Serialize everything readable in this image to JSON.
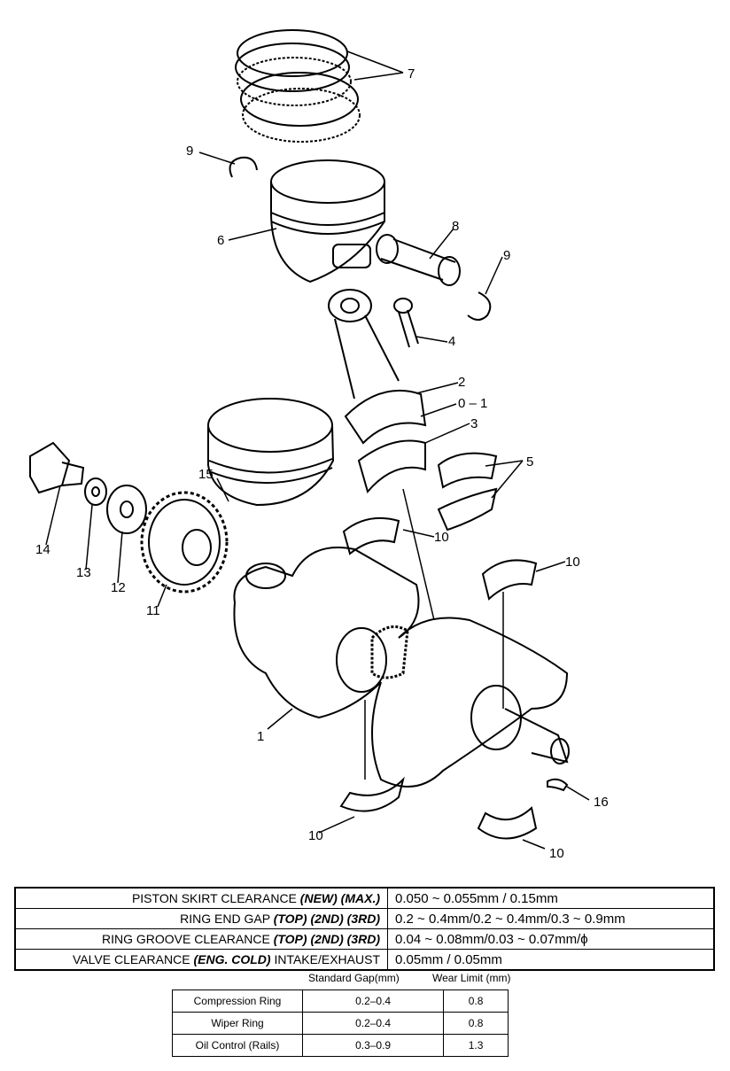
{
  "callouts": {
    "c1": "1",
    "c2": "2",
    "c3": "3",
    "c4": "4",
    "c5": "5",
    "c6": "6",
    "c7": "7",
    "c8": "8",
    "c9a": "9",
    "c9b": "9",
    "c01": "0 – 1",
    "c10a": "10",
    "c10b": "10",
    "c10c": "10",
    "c10d": "10",
    "c11": "11",
    "c12": "12",
    "c13": "13",
    "c14": "14",
    "c15": "15",
    "c16": "16"
  },
  "spec_table": {
    "rows": [
      {
        "label_pre": "PISTON SKIRT CLEARANCE ",
        "label_em": "(NEW) (MAX.)",
        "label_post": "",
        "value": "0.050 ~ 0.055mm   /   0.15mm"
      },
      {
        "label_pre": "RING END GAP ",
        "label_em": "(TOP) (2ND) (3RD)",
        "label_post": "",
        "value": "0.2 ~ 0.4mm/0.2 ~ 0.4mm/0.3 ~ 0.9mm"
      },
      {
        "label_pre": "RING GROOVE CLEARANCE ",
        "label_em": "(TOP) (2ND) (3RD)",
        "label_post": "",
        "value": "0.04 ~ 0.08mm/0.03 ~ 0.07mm/ϕ"
      },
      {
        "label_pre": "VALVE CLEARANCE ",
        "label_em": "(ENG. COLD)",
        "label_post": " INTAKE/EXHAUST",
        "value": "0.05mm / 0.05mm"
      }
    ]
  },
  "gap_table": {
    "headers": [
      "Standard Gap(mm)",
      "Wear Limit (mm)"
    ],
    "rows": [
      {
        "name": "Compression Ring",
        "standard": "0.2–0.4",
        "limit": "0.8"
      },
      {
        "name": "Wiper Ring",
        "standard": "0.2–0.4",
        "limit": "0.8"
      },
      {
        "name": "Oil Control (Rails)",
        "standard": "0.3–0.9",
        "limit": "1.3"
      }
    ]
  }
}
